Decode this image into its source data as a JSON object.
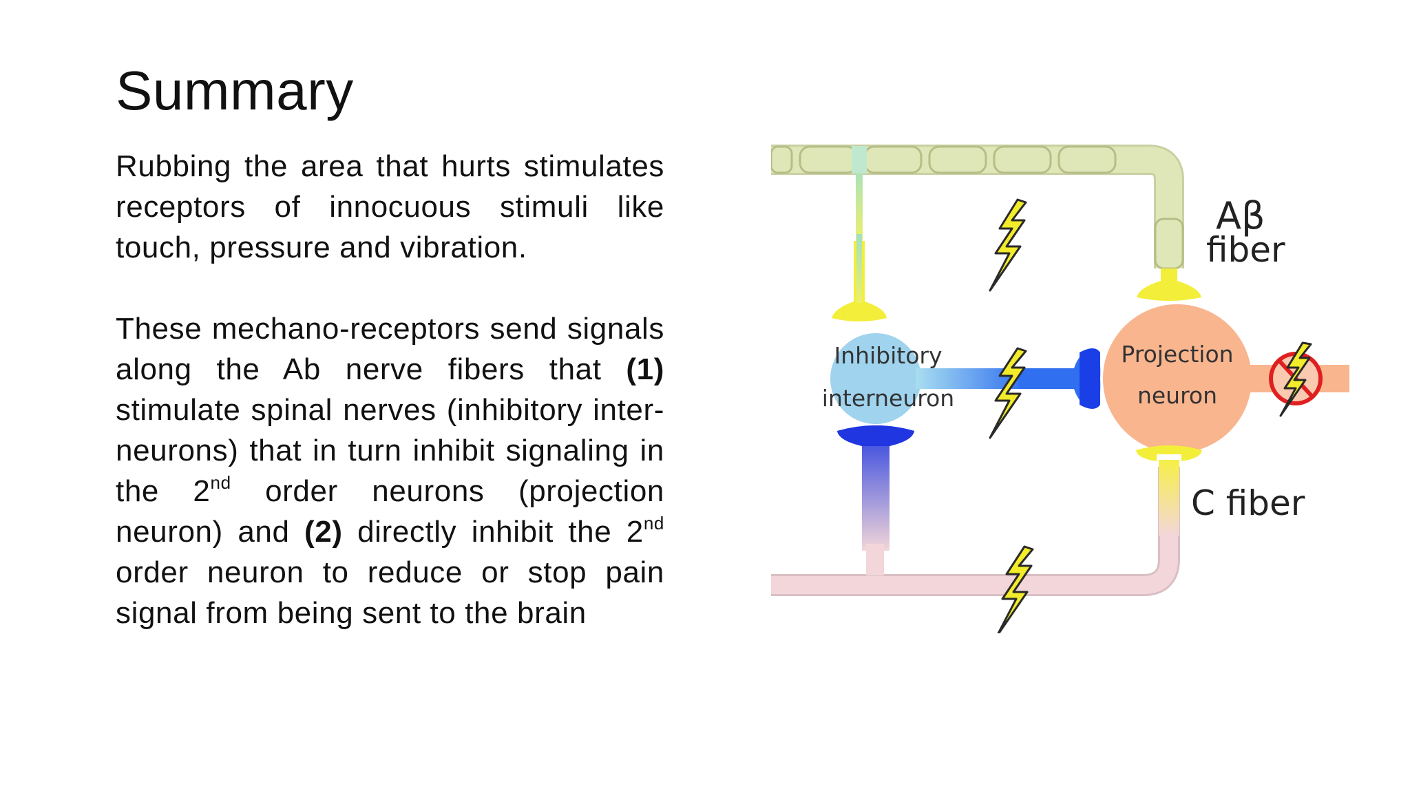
{
  "slide": {
    "title": "Summary",
    "paragraph1": "Rubbing the area that hurts stimulates receptors of innocuous stimuli like touch, pressure and vibration.",
    "paragraph2": {
      "part1": "These mechano-receptors send signals along the Ab nerve fibers that ",
      "marker1": "(1)",
      "part2": " stimulate spinal nerves (inhibitory inter-neurons) that in turn inhibit signaling in the 2",
      "sup1": "nd",
      "part3": " order neurons (projection neuron) and ",
      "marker2": "(2)",
      "part4": " directly inhibit the 2",
      "sup2": "nd",
      "part5": " order neuron to reduce or stop pain signal from being sent to the brain"
    }
  },
  "diagram": {
    "labels": {
      "inhibitory_1": "Inhibitory",
      "inhibitory_2": "interneuron",
      "projection_1": "Projection",
      "projection_2": "neuron",
      "abeta_1": "Aβ",
      "abeta_2": "fiber",
      "cfiber": "C fiber"
    },
    "colors": {
      "myelin": "#dfe7b9",
      "synapse_yellow": "#f3ee3a",
      "inhibitory_soma": "#9fd3ee",
      "inhibitory_terminal": "#2a3fe0",
      "projection_soma": "#f9b58e",
      "c_fiber": "#f2d6d9",
      "bolt_fill": "#f2ec2a",
      "blocked_red": "#e02020"
    },
    "icons": [
      "lightning-icon",
      "blocked-icon"
    ]
  }
}
